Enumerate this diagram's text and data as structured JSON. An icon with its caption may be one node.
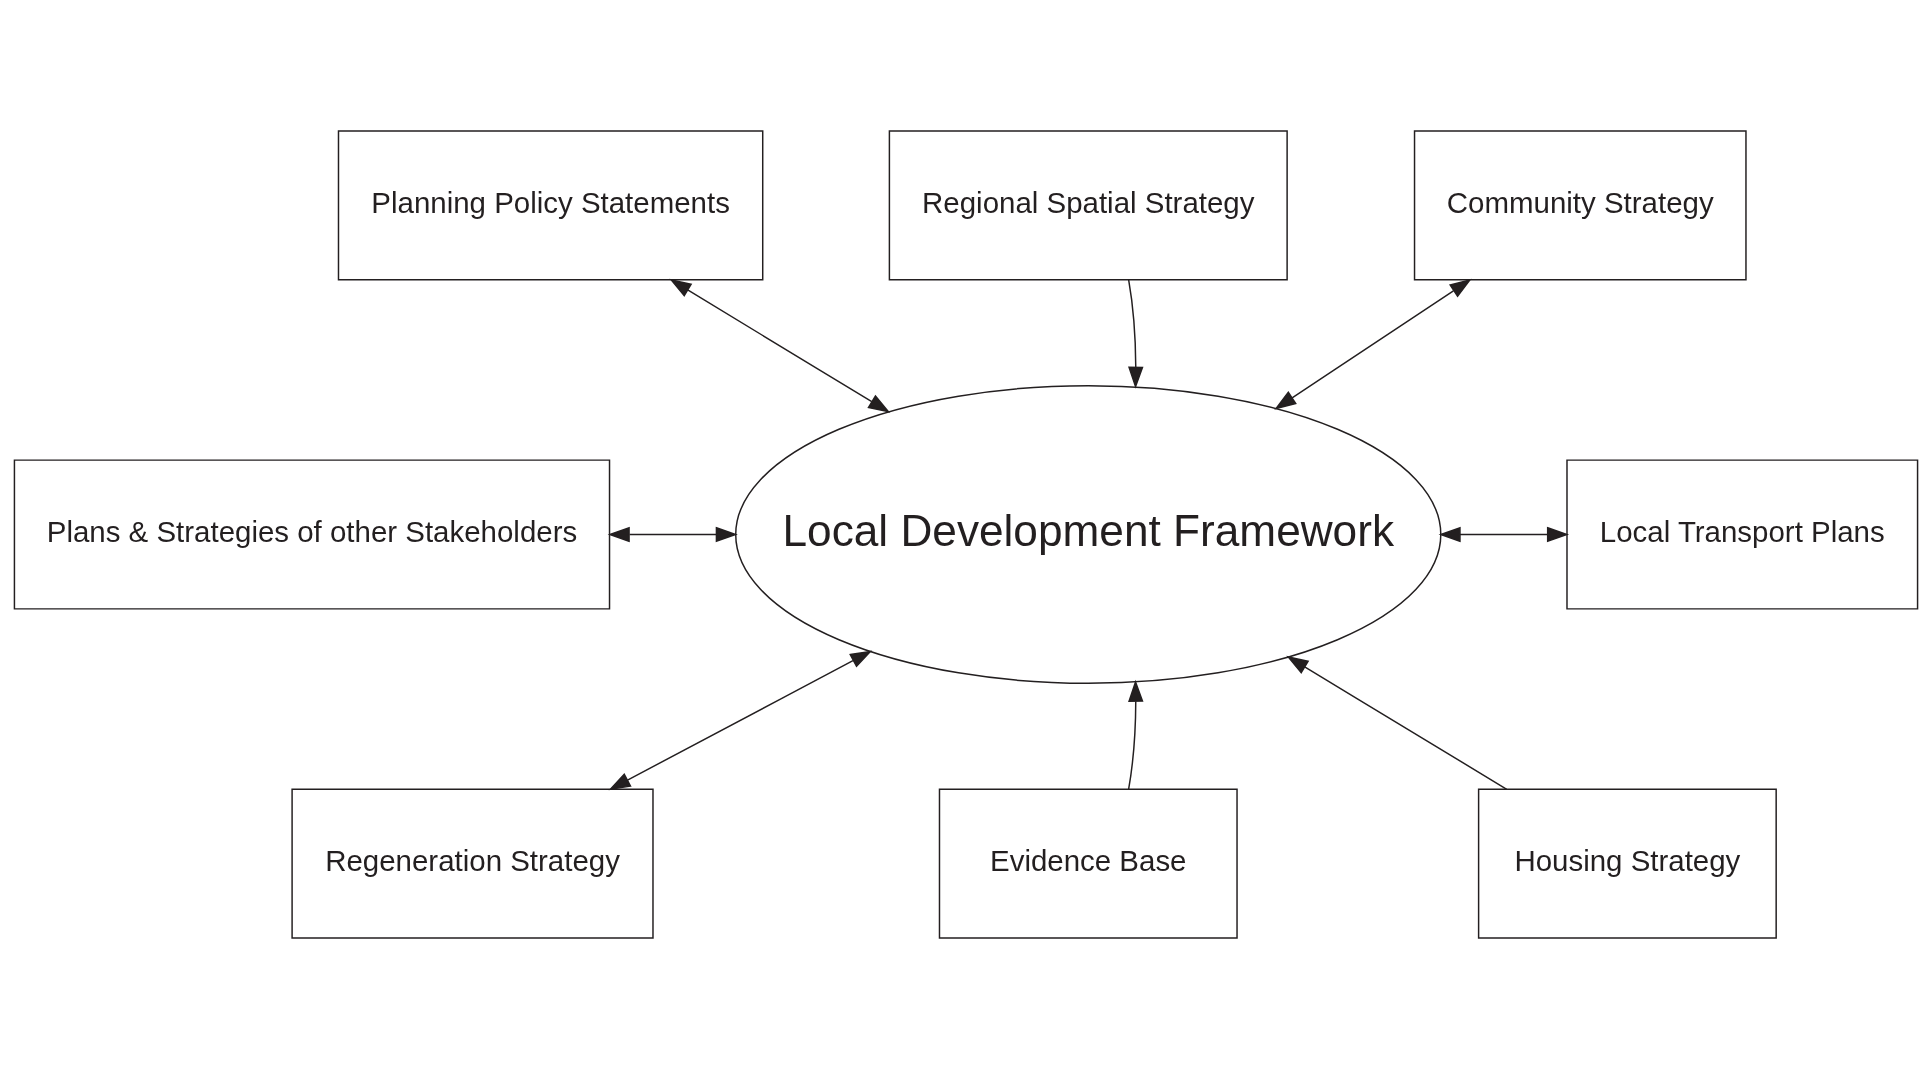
{
  "diagram": {
    "nodes": [
      {
        "text": [
          "Planning Policy Statements"
        ]
      },
      {
        "text": [
          "Regional Spatial Strategy"
        ]
      },
      {
        "text": [
          "Community Strategy"
        ]
      },
      {
        "text": [
          "Plans & Strategies of other Stakeholders"
        ]
      },
      {
        "text": [
          "Local Development Framework"
        ]
      },
      {
        "text": [
          "Local Transport Plans"
        ]
      },
      {
        "text": [
          "Regeneration Strategy"
        ]
      },
      {
        "text": [
          "Evidence Base"
        ]
      },
      {
        "text": [
          "Housing Strategy"
        ]
      }
    ],
    "edges": [
      {
        "from": 0,
        "to": 4,
        "arrow": "both"
      },
      {
        "from": 1,
        "to": 4,
        "arrow": "to"
      },
      {
        "from": 2,
        "to": 4,
        "arrow": "both"
      },
      {
        "from": 3,
        "to": 4,
        "arrow": "both"
      },
      {
        "from": 4,
        "to": 5,
        "arrow": "both"
      },
      {
        "from": 6,
        "to": 4,
        "arrow": "both"
      },
      {
        "from": 7,
        "to": 4,
        "arrow": "to"
      },
      {
        "from": 8,
        "to": 4,
        "arrow": "to"
      }
    ]
  }
}
